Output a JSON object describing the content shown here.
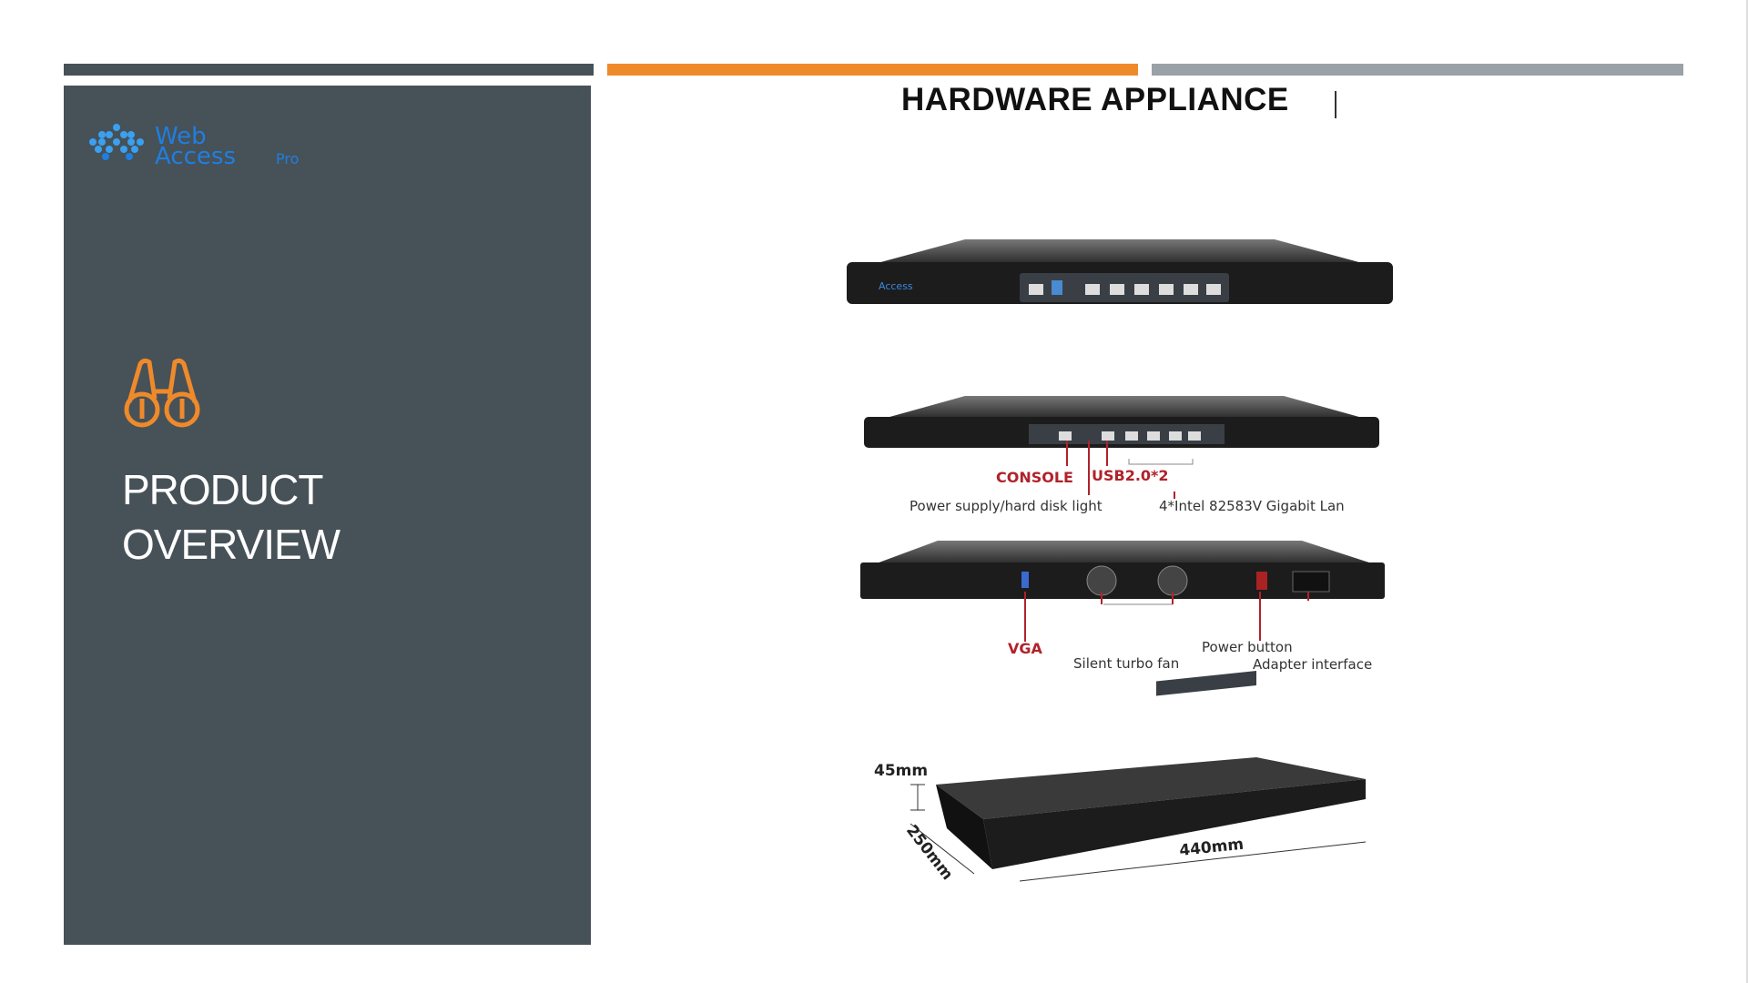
{
  "sidebar": {
    "logo": {
      "line1": "Web",
      "line2": "Access",
      "suffix": "Pro"
    },
    "section_title_line1": "PRODUCT",
    "section_title_line2": "OVERVIEW",
    "icon": "binoculars-icon"
  },
  "main": {
    "title": "HARDWARE APPLIANCE",
    "labels": {
      "console": "CONSOLE",
      "usb": "USB2.0*2",
      "power_light": "Power supply/hard disk light",
      "lan": "4*Intel 82583V Gigabit Lan",
      "vga": "VGA",
      "fan": "Silent turbo fan",
      "power_button": "Power button",
      "adapter": "Adapter interface",
      "height": "45mm",
      "depth": "250mm",
      "width": "440mm"
    }
  },
  "colors": {
    "panel": "#475158",
    "accent_orange": "#ef8a2b",
    "bar_gray": "#9aa1a7",
    "label_red": "#b0222a",
    "logo_blue": "#1e7fe0"
  }
}
